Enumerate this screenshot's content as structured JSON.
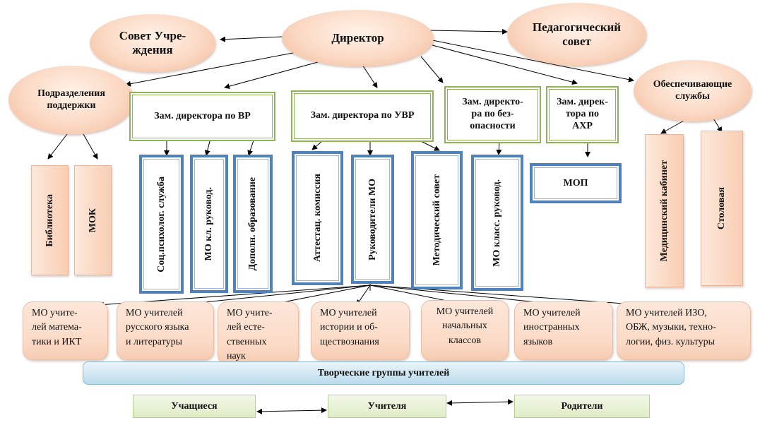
{
  "colors": {
    "peach": "#fbd9c4",
    "green_border": "#8fb457",
    "blue_border": "#4f81bd",
    "line": "#000000",
    "band": "#cfe6f2"
  },
  "top": {
    "director": "Директор",
    "council": "Совет Учре-\nждения",
    "ped_council": "Педагогический\nсовет",
    "support_units": "Подразделения\nподдержки",
    "services": "Обеспечивающие\nслужбы"
  },
  "deputies": {
    "vr": "Зам. директора по ВР",
    "uvr": "Зам. директора по УВР",
    "safety": "Зам. директо-\nра по без-\nопасности",
    "ahr": "Зам. дирек-\nтора по\nАХР"
  },
  "support_items": [
    "Библиотека",
    "МОК"
  ],
  "vr_items": [
    "Соц.психолог. служба",
    "МО кл. руковод.",
    "Дополн. образование"
  ],
  "uvr_items": [
    "Аттестац. комиссия",
    "Руководители МО",
    "Методический совет"
  ],
  "safety_items": [
    "МО класс. руковод."
  ],
  "mop": "МОП",
  "service_items": [
    "Медицинский кабинет",
    "Столовая"
  ],
  "mo_groups": [
    "МО учите-\nлей матема-\nтики и ИКТ",
    "МО учителей\nрусского языка\nи литературы",
    "МО учите-\nлей есте-\nственных\nнаук",
    "МО учителей\nистории и об-\nществознания",
    "МО учителей\nначальных\nклассов",
    "МО учителей\nиностранных\nязыков",
    "МО учителей ИЗО,\nОБЖ, музыки, техно-\nлогии, физ. культуры"
  ],
  "creative_groups": "Творческие группы учителей",
  "bottom": [
    "Учащиеся",
    "Учителя",
    "Родители"
  ]
}
